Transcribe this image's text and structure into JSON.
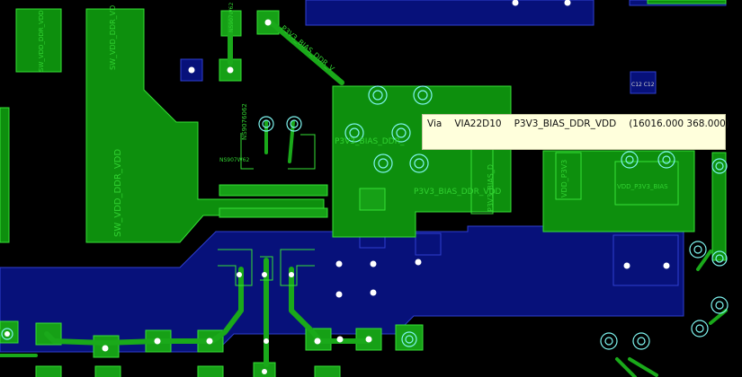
{
  "board": {
    "colors": {
      "background": "#000000",
      "top_copper": "#0d8f0d",
      "top_copper_edge": "#36e036",
      "bottom_copper": "#07117a",
      "bottom_copper_edge": "#2f3fd0",
      "pad": "#16a016",
      "via_ring": "#7ff5f0",
      "trace": "#1aa91a",
      "silk_text": "#32d232"
    },
    "net_labels": {
      "sw_vdd_ddr_a": "SW_VDD_DDR_VDD",
      "sw_vdd_ddr_b": "SW_VDD_DDR_VD",
      "sw_vdd_ddr_c": "SW_VDD_DDR_VDD",
      "p3v3_bias_diag": "P3V3_BIAS_DDR_V",
      "p3v3_bias_mid": "P3V3_BIAS_DDR_",
      "p3v3_bias_low": "P3V3_BIAS_DDR_VDD",
      "p3v3_bias_vert": "P3V3_BIAS_D",
      "vdd_p3v3_vert": "VDD_P3V3",
      "vdd_p3v3_horiz": "VDD_P3V3_BIAS",
      "ns_a": "NS9076062",
      "ns_b": "NS907W62",
      "ns_c": "NS907W62",
      "c_ref": "C12 C12"
    }
  },
  "tooltip": {
    "type": "Via",
    "name": "VIA22D10",
    "net": "P3V3_BIAS_DDR_VDD",
    "coords": "(16016.000 368.000)"
  }
}
